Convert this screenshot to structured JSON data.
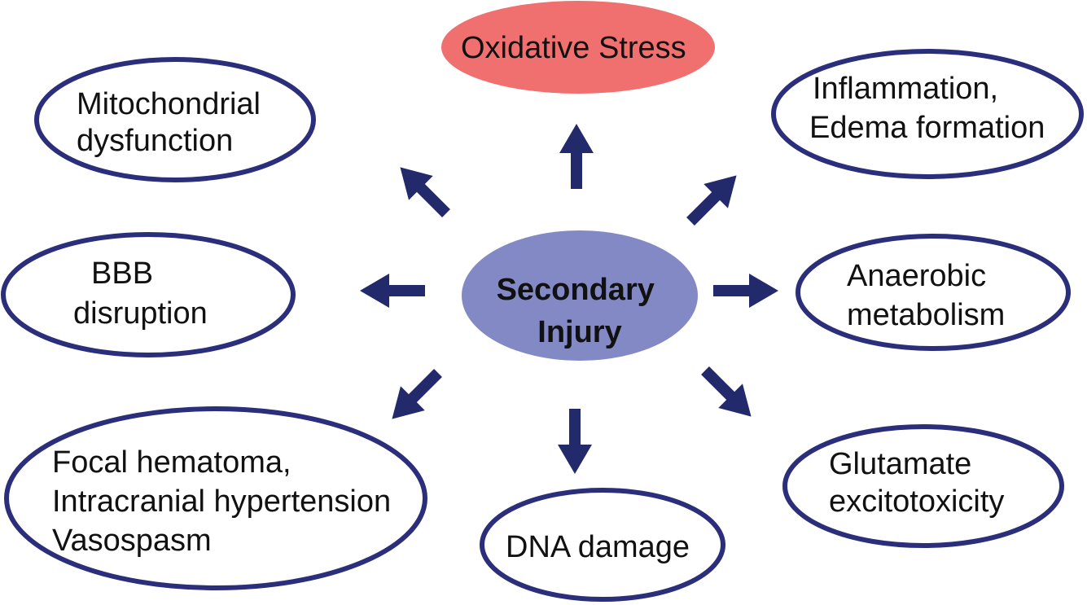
{
  "colors": {
    "outline": "#2b2e7a",
    "arrow": "#232a6c",
    "center_fill": "#8289c4",
    "highlight_fill": "#f07070",
    "node_fill": "#ffffff"
  },
  "center": {
    "lines": [
      "Secondary",
      "Injury"
    ]
  },
  "nodes": {
    "oxidative_stress": {
      "lines": [
        "Oxidative Stress"
      ]
    },
    "inflammation": {
      "lines": [
        "Inflammation,",
        "Edema formation"
      ]
    },
    "anaerobic": {
      "lines": [
        "Anaerobic",
        "metabolism"
      ]
    },
    "glutamate": {
      "lines": [
        "Glutamate",
        "excitotoxicity"
      ]
    },
    "dna_damage": {
      "lines": [
        "DNA damage"
      ]
    },
    "focal_hematoma": {
      "lines": [
        "Focal hematoma,",
        "Intracranial hypertension",
        "Vasospasm"
      ]
    },
    "bbb": {
      "lines": [
        "BBB",
        "disruption"
      ]
    },
    "mitochondrial": {
      "lines": [
        "Mitochondrial",
        "dysfunction"
      ]
    }
  }
}
